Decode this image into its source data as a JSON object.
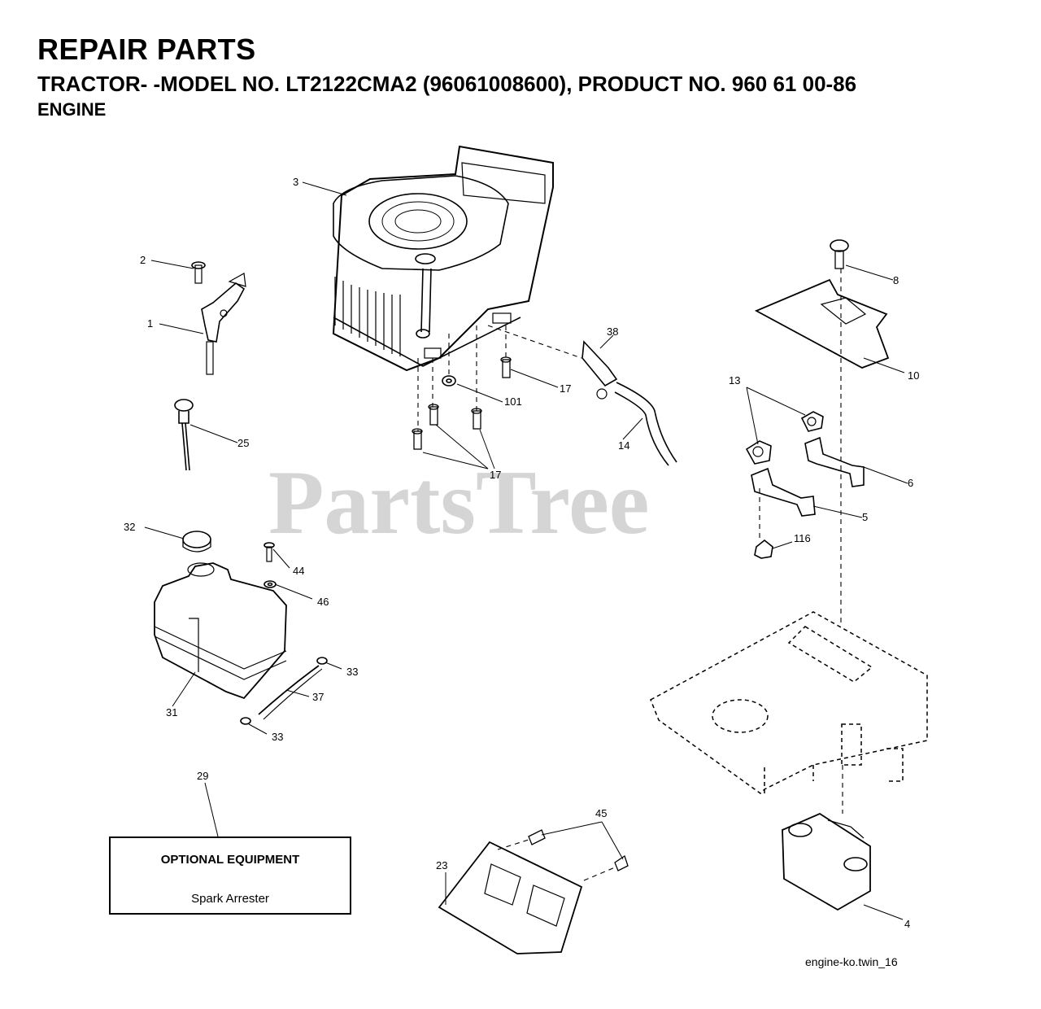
{
  "header": {
    "title": "REPAIR PARTS",
    "subtitle": "TRACTOR- -MODEL NO. LT2122CMA2 (96061008600), PRODUCT NO. 960 61 00-86",
    "section": "ENGINE"
  },
  "watermark": "PartsTree",
  "callouts": {
    "c1": "1",
    "c2": "2",
    "c3": "3",
    "c4": "4",
    "c5": "5",
    "c6": "6",
    "c8": "8",
    "c10": "10",
    "c13": "13",
    "c14": "14",
    "c17a": "17",
    "c17b": "17",
    "c23": "23",
    "c25": "25",
    "c29": "29",
    "c31": "31",
    "c32": "32",
    "c33a": "33",
    "c33b": "33",
    "c37": "37",
    "c38": "38",
    "c44": "44",
    "c45": "45",
    "c46": "46",
    "c101": "101",
    "c116": "116"
  },
  "optional_box": {
    "title": "OPTIONAL EQUIPMENT",
    "item": "Spark Arrester"
  },
  "footer_ref": "engine-ko.twin_16"
}
